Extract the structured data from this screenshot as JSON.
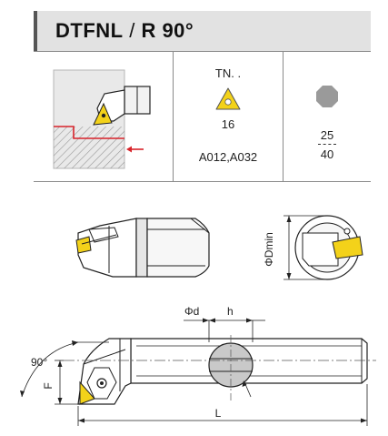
{
  "header": {
    "title": "DTFNL",
    "title_suffix": "R 90°"
  },
  "spec": {
    "insert_prefix": "TN. .",
    "insert_size": "16",
    "insert_codes": "A012,A032",
    "dim_top": "25",
    "dim_bottom": "40"
  },
  "labels": {
    "phi_dmin": "ΦDmin",
    "phi_d": "Φd",
    "h": "h",
    "angle": "90°",
    "F": "F",
    "L": "L"
  },
  "colors": {
    "header_bg": "#e2e2e2",
    "insert_yellow": "#f3d21a",
    "red_contour": "#d8232a",
    "bar_gray": "#cfcfcf",
    "octagon_gray": "#9a9a9a"
  }
}
